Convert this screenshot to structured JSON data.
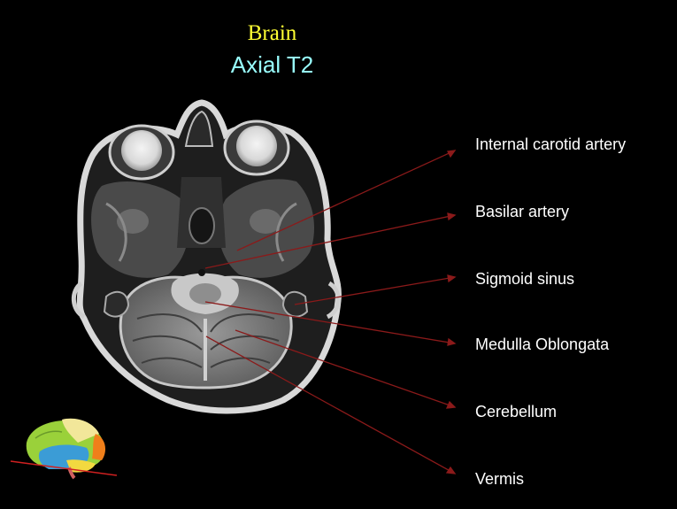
{
  "title": "Brain",
  "subtitle": "Axial T2",
  "labels": [
    "Internal carotid artery",
    "Basilar artery",
    "Sigmoid sinus",
    "Medulla Oblongata",
    "Cerebellum",
    "Vermis"
  ],
  "colors": {
    "title": "#ffff33",
    "subtitle": "#99ffff",
    "leader_line": "#8b1a1a",
    "background": "#000000"
  },
  "icons": {
    "scan": "axial-mri-brain-scan",
    "locator": "brain-lateral-locator-icon"
  }
}
